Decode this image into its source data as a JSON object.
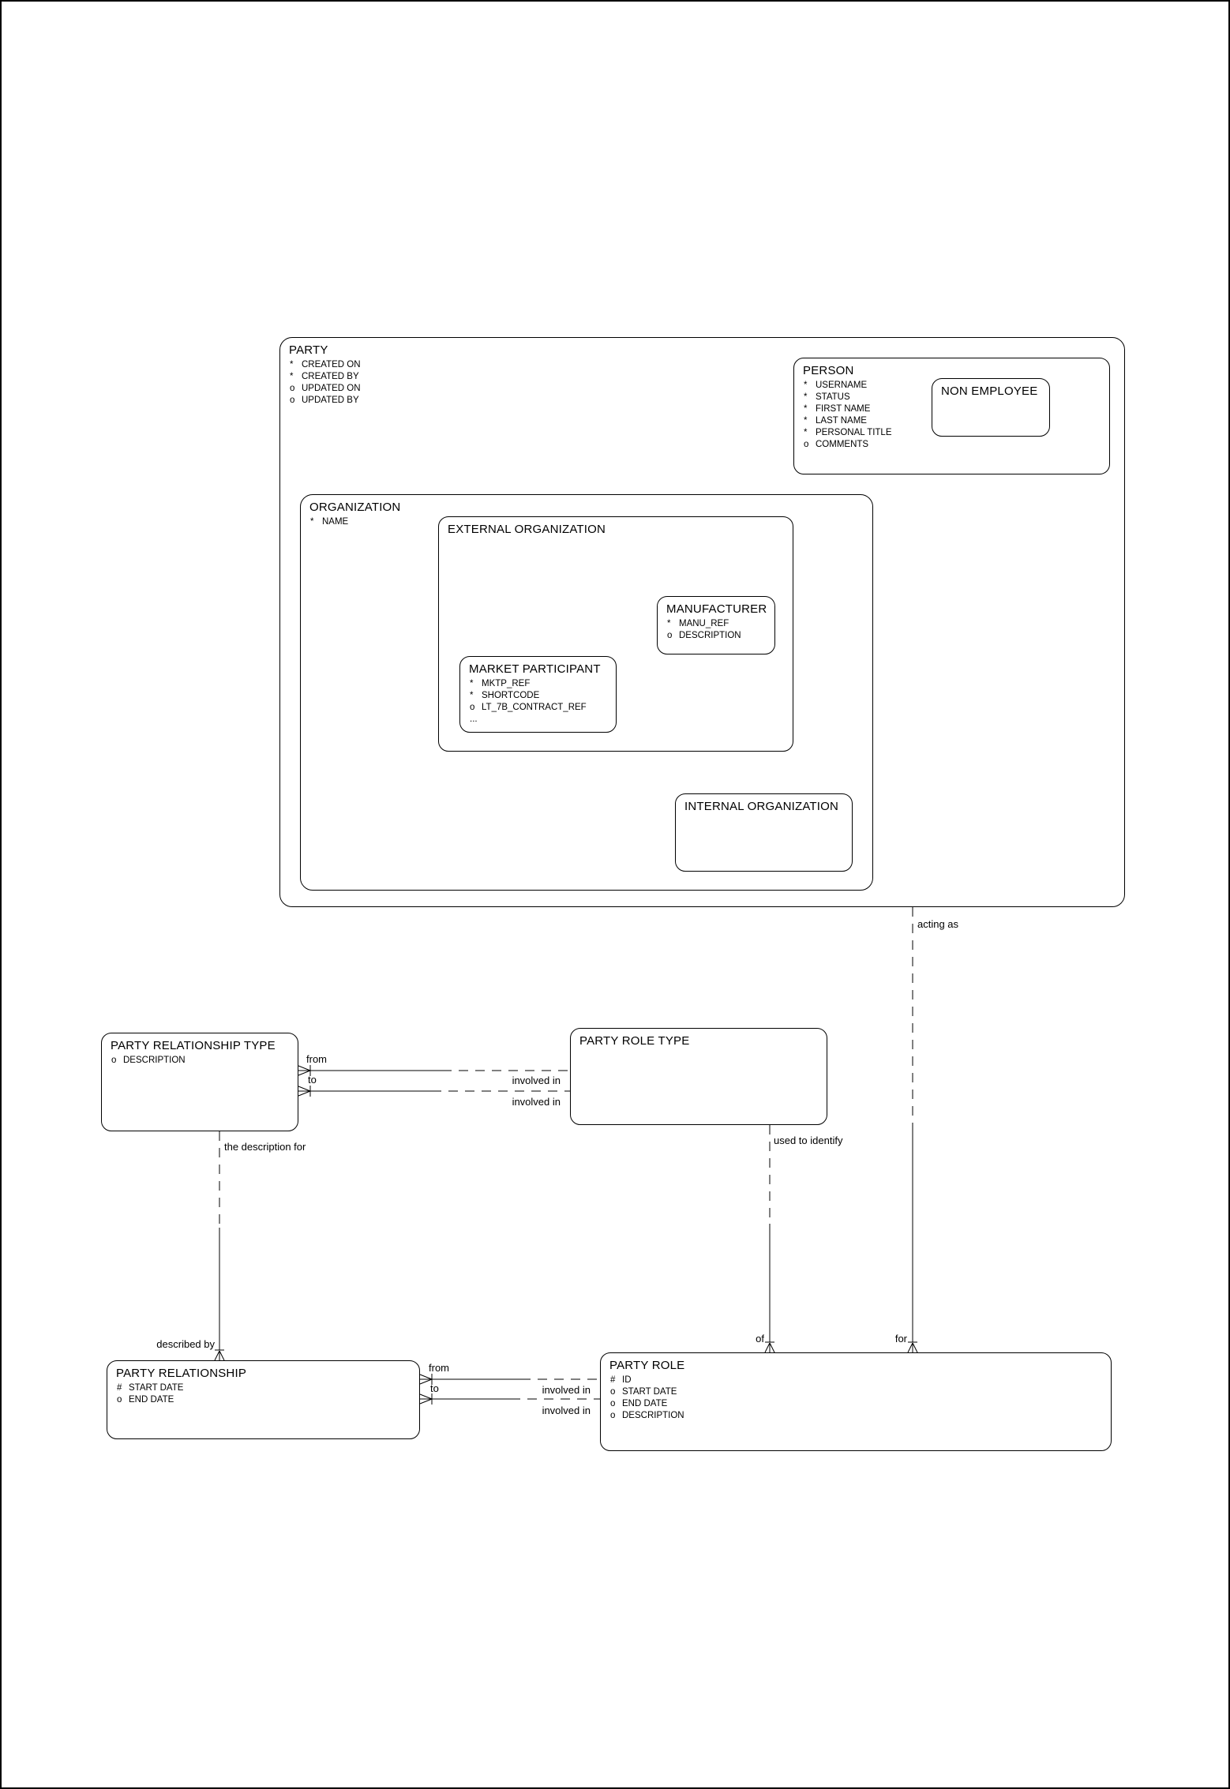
{
  "entities": {
    "party": {
      "title": "PARTY",
      "attributes": [
        {
          "m": "*",
          "n": "CREATED ON"
        },
        {
          "m": "*",
          "n": "CREATED BY"
        },
        {
          "m": "o",
          "n": "UPDATED ON"
        },
        {
          "m": "o",
          "n": "UPDATED BY"
        }
      ]
    },
    "person": {
      "title": "PERSON",
      "attributes": [
        {
          "m": "*",
          "n": "USERNAME"
        },
        {
          "m": "*",
          "n": "STATUS"
        },
        {
          "m": "*",
          "n": "FIRST NAME"
        },
        {
          "m": "*",
          "n": "LAST NAME"
        },
        {
          "m": "*",
          "n": "PERSONAL TITLE"
        },
        {
          "m": "o",
          "n": "COMMENTS"
        }
      ]
    },
    "non_employee": {
      "title": "NON EMPLOYEE"
    },
    "organization": {
      "title": "ORGANIZATION",
      "attributes": [
        {
          "m": "*",
          "n": "NAME"
        }
      ]
    },
    "external_organization": {
      "title": "EXTERNAL ORGANIZATION"
    },
    "manufacturer": {
      "title": "MANUFACTURER",
      "attributes": [
        {
          "m": "*",
          "n": "MANU_REF"
        },
        {
          "m": "o",
          "n": "DESCRIPTION"
        }
      ]
    },
    "market_participant": {
      "title": "MARKET PARTICIPANT",
      "attributes": [
        {
          "m": "*",
          "n": "MKTP_REF"
        },
        {
          "m": "*",
          "n": "SHORTCODE"
        },
        {
          "m": "o",
          "n": "LT_7B_CONTRACT_REF"
        },
        {
          "m": "...",
          "n": ""
        }
      ]
    },
    "internal_organization": {
      "title": "INTERNAL ORGANIZATION"
    },
    "party_relationship_type": {
      "title": "PARTY RELATIONSHIP TYPE",
      "attributes": [
        {
          "m": "o",
          "n": "DESCRIPTION"
        }
      ]
    },
    "party_role_type": {
      "title": "PARTY ROLE TYPE"
    },
    "party_relationship": {
      "title": "PARTY RELATIONSHIP",
      "attributes": [
        {
          "m": "#",
          "n": "START DATE"
        },
        {
          "m": "o",
          "n": "END DATE"
        }
      ]
    },
    "party_role": {
      "title": "PARTY ROLE",
      "attributes": [
        {
          "m": "#",
          "n": "ID"
        },
        {
          "m": "o",
          "n": "START DATE"
        },
        {
          "m": "o",
          "n": "END DATE"
        },
        {
          "m": "o",
          "n": "DESCRIPTION"
        }
      ]
    }
  },
  "relationships": {
    "type_from": {
      "near": "from",
      "far": "involved in"
    },
    "type_to": {
      "near": "to",
      "far": "involved in"
    },
    "rel_from": {
      "near": "from",
      "far": "involved in"
    },
    "rel_to": {
      "near": "to",
      "far": "involved in"
    },
    "acting_as": {
      "near": "acting as",
      "far": "for"
    },
    "used_to_identify": {
      "near": "used to identify",
      "far": "of"
    },
    "description_for": {
      "near": "the description for",
      "far": "described by"
    }
  }
}
